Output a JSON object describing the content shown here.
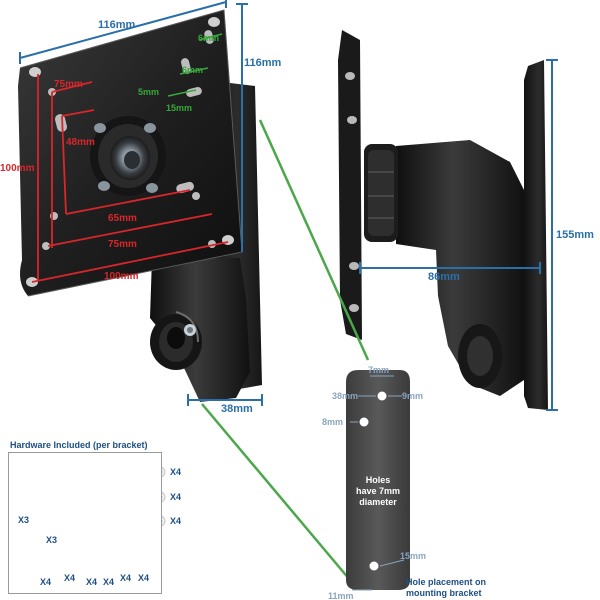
{
  "colors": {
    "dimension": "#2a6fa8",
    "vesa": "#d8262b",
    "slot": "#37a83a",
    "connector": "#4aa84a",
    "metal": "#1b1b1b",
    "plate": "#4a4a4a"
  },
  "front_view": {
    "top_width": "116mm",
    "side_height": "116mm",
    "depth": "38mm",
    "vesa_75_top": "75mm",
    "vesa_48": "48mm",
    "vesa_100_side": "100mm",
    "vesa_65": "65mm",
    "vesa_75_bottom": "75mm",
    "vesa_100_bottom": "100mm",
    "slot_6_top": "6mm",
    "slot_6_mid": "6mm",
    "slot_5": "5mm",
    "slot_15": "15mm"
  },
  "side_view": {
    "height": "155mm",
    "width": "86mm"
  },
  "plate": {
    "top_gap": "7mm",
    "left_offset": "38mm",
    "hole_left": "9mm",
    "edge_offset": "8mm",
    "note_line1": "Holes",
    "note_line2": "have 7mm",
    "note_line3": "diameter",
    "bottom_gap": "15mm",
    "bottom_width": "11mm",
    "caption_line1": "Hole placement on",
    "caption_line2": "mounting bracket"
  },
  "hardware": {
    "title": "Hardware Included (per bracket)",
    "anchors_qty": "X3",
    "screws_qty": "X3",
    "washers_top_qty": "X4",
    "washers_mid_qty": "X4",
    "washers_bottom_qty": "X4",
    "bolt_qtys": [
      "X4",
      "X4",
      "X4",
      "X4",
      "X4",
      "X4"
    ]
  }
}
